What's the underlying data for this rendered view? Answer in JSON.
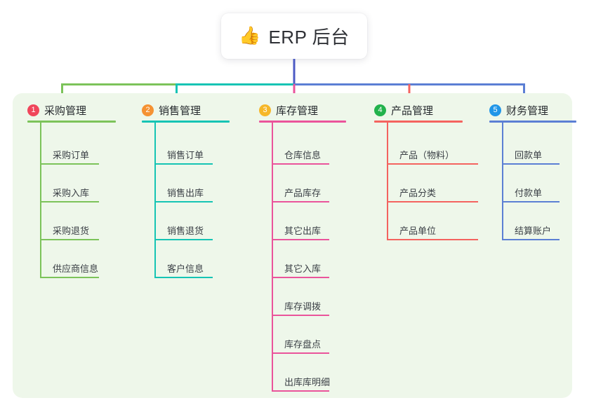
{
  "root": {
    "icon": "thumbs-up-icon",
    "icon_glyph": "👍",
    "title": "ERP 后台"
  },
  "panel": {
    "background_color": "#eef7ea"
  },
  "columns": [
    {
      "index": "1",
      "title": "采购管理",
      "color": "#7cc35a",
      "badge_color": "#f0465b",
      "items": [
        "采购订单",
        "采购入库",
        "采购退货",
        "供应商信息"
      ]
    },
    {
      "index": "2",
      "title": "销售管理",
      "color": "#16c4b4",
      "badge_color": "#f59233",
      "items": [
        "销售订单",
        "销售出库",
        "销售退货",
        "客户信息"
      ]
    },
    {
      "index": "3",
      "title": "库存管理",
      "color": "#ea549b",
      "badge_color": "#f6b729",
      "items": [
        "仓库信息",
        "产品库存",
        "其它出库",
        "其它入库",
        "库存调拨",
        "库存盘点",
        "出库库明细"
      ]
    },
    {
      "index": "4",
      "title": "产品管理",
      "color": "#f4635f",
      "badge_color": "#22b24c",
      "items": [
        "产品（物料）",
        "产品分类",
        "产品单位"
      ]
    },
    {
      "index": "5",
      "title": "财务管理",
      "color": "#5b7fd4",
      "badge_color": "#2196e8",
      "items": [
        "回款单",
        "付款单",
        "结算账户"
      ]
    }
  ],
  "connectors": {
    "trunk_color": "#4d5bc4",
    "bus_segments": [
      {
        "color": "#7cc35a"
      },
      {
        "color": "#16c4b4"
      },
      {
        "color": "#5b7fd4"
      }
    ]
  }
}
